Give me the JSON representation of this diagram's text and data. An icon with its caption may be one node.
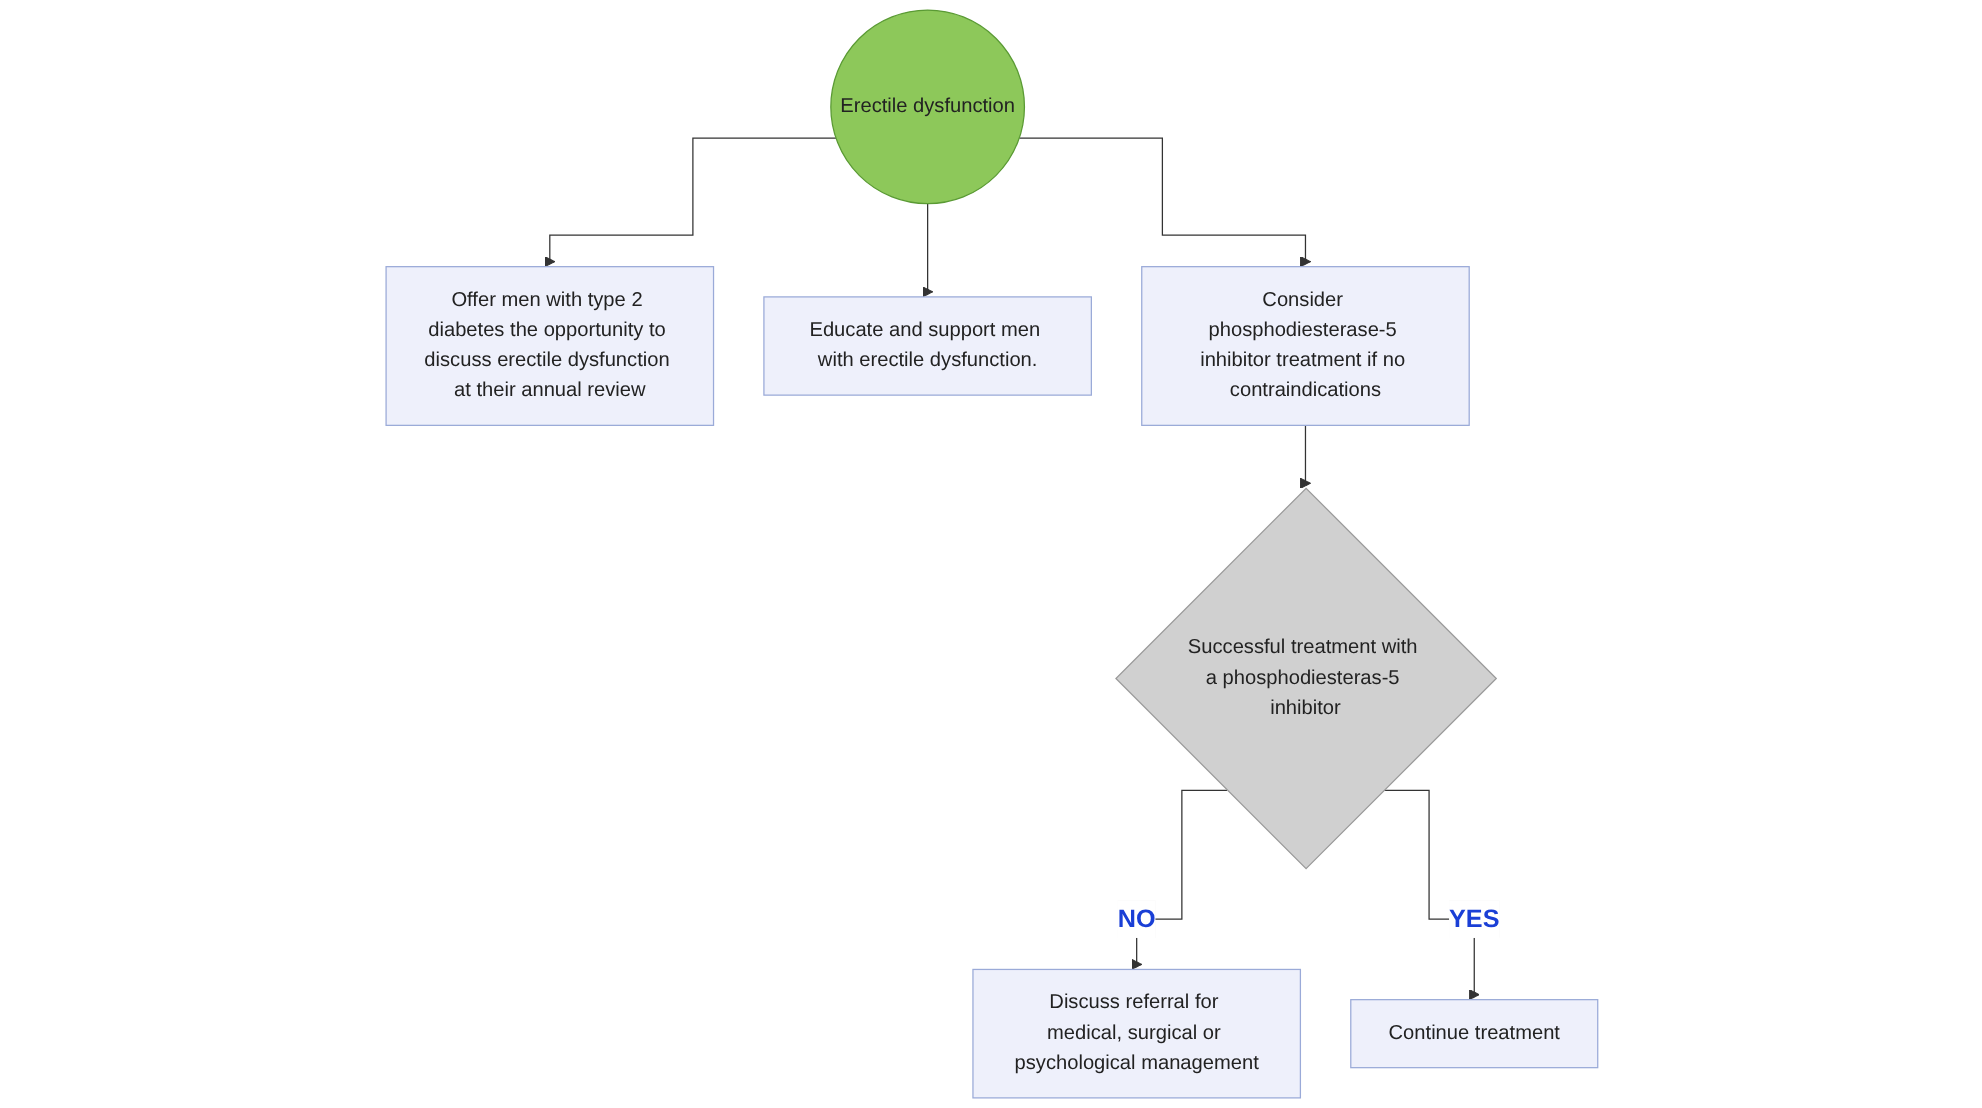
{
  "diagram": {
    "nodes": [
      {
        "text": [
          "Erectile dysfunction"
        ]
      },
      {
        "text": [
          "Offer men with type 2 diabetes the opportunity to discuss erectile dysfunction at their annual review"
        ]
      },
      {
        "text": [
          "Educate and support men with erectile dysfunction."
        ]
      },
      {
        "text": [
          "Consider phosphodiesterase-5 inhibitor treatment if no contraindications"
        ]
      },
      {
        "text": [
          "Successful treatment with a phosphodiesteras-5 inhibitor"
        ]
      },
      {
        "text": [
          "Discuss referral for medical, surgical or psychological management"
        ]
      },
      {
        "text": [
          "Continue treatment"
        ]
      }
    ],
    "edges": [
      {
        "from": 0,
        "to": 1,
        "arrow": "to"
      },
      {
        "from": 0,
        "to": 2,
        "arrow": "to"
      },
      {
        "from": 0,
        "to": 3,
        "arrow": "to"
      },
      {
        "from": 3,
        "to": 4,
        "arrow": "to"
      },
      {
        "from": 4,
        "to": 5,
        "arrow": "to",
        "label": "NO"
      },
      {
        "from": 4,
        "to": 6,
        "arrow": "to",
        "label": "YES"
      }
    ]
  }
}
